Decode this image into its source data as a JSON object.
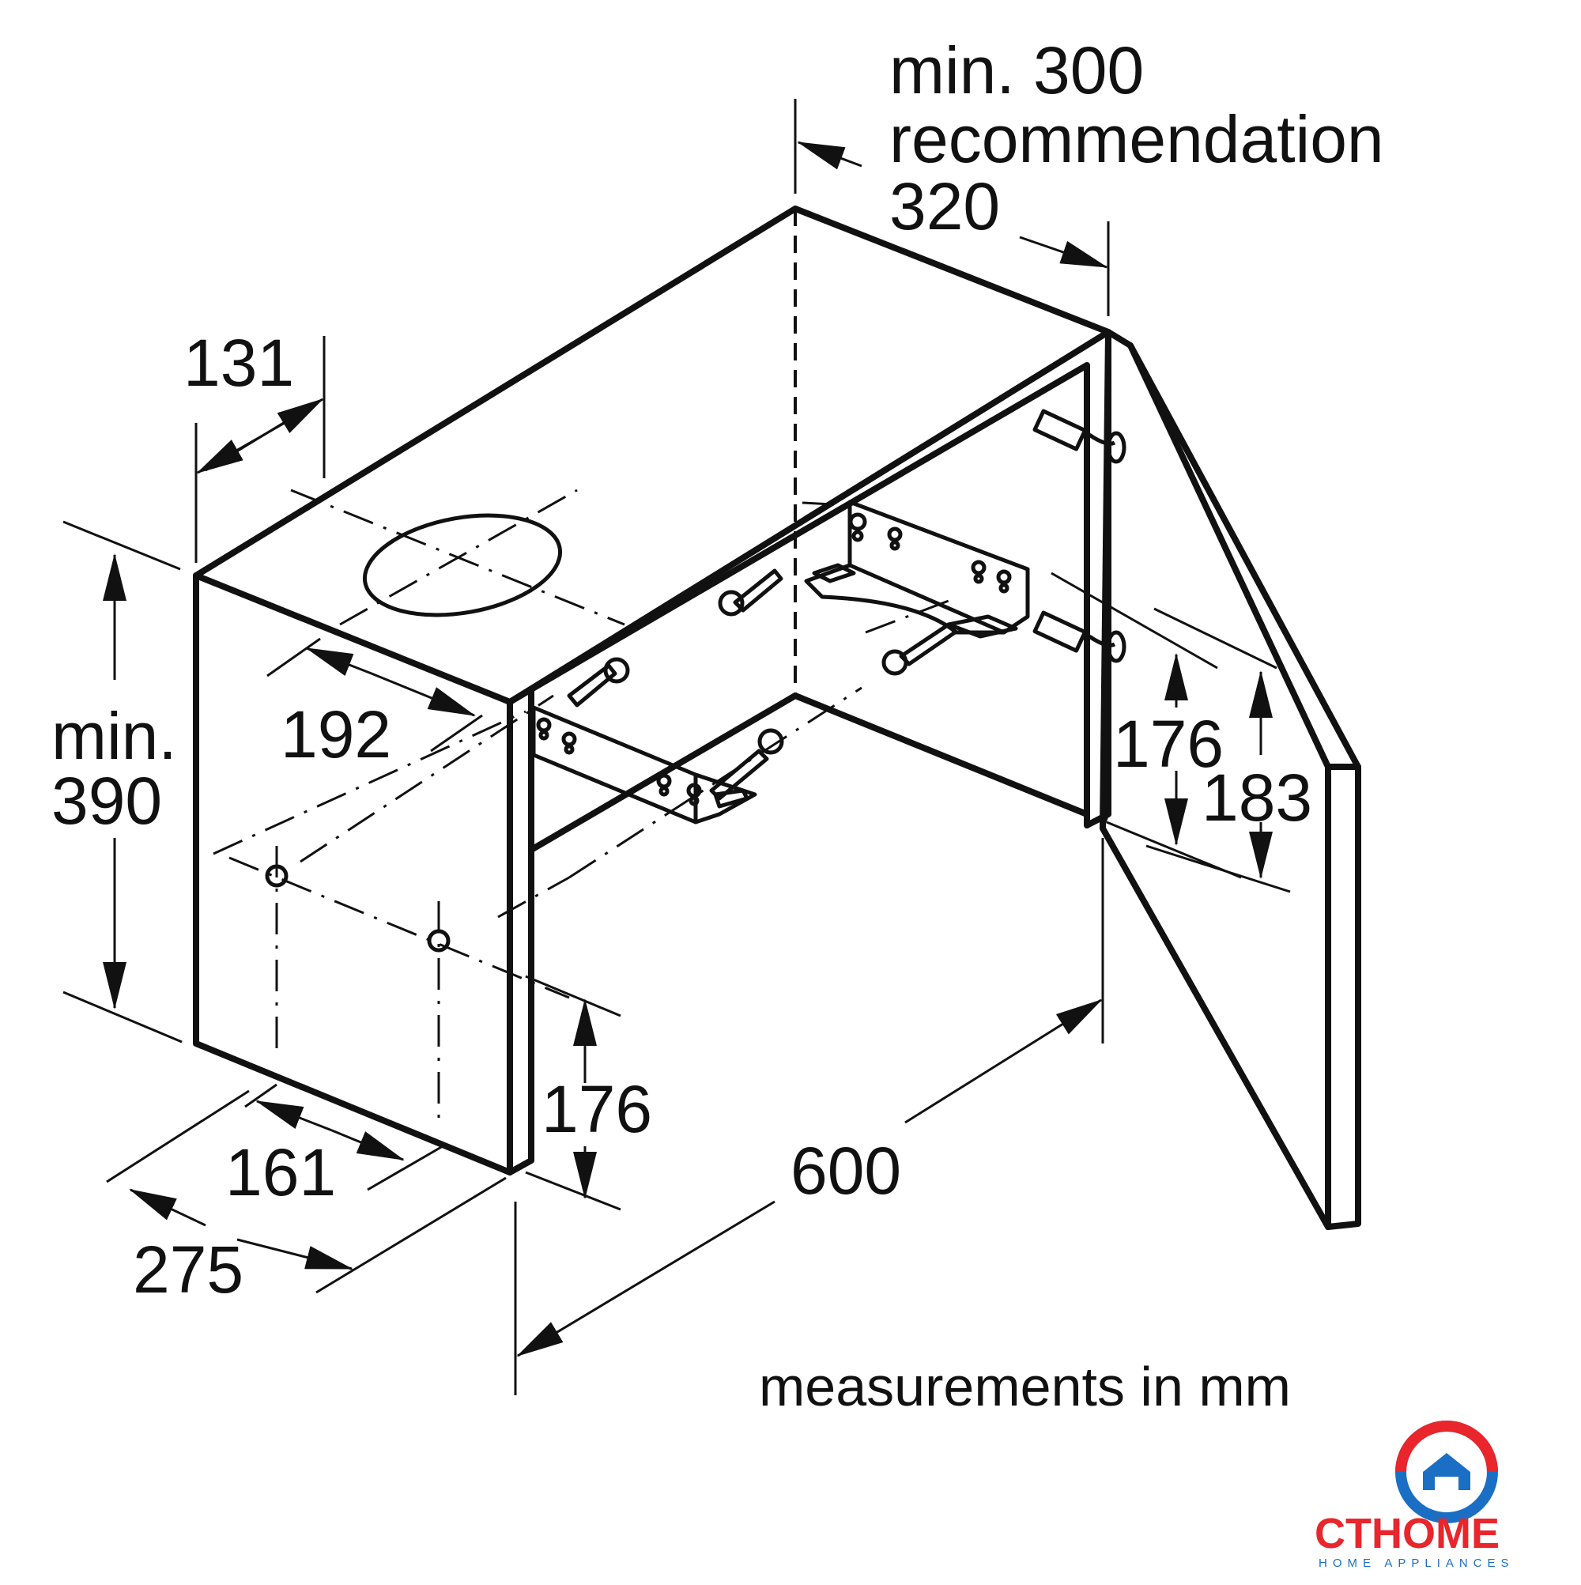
{
  "dimensions": {
    "depth_top_line1": "min. 300",
    "depth_top_line2": "recommendation",
    "depth_top_line3": "320",
    "duct_offset_side": "131",
    "duct_offset_front": "192",
    "height_line1": "min.",
    "height_line2": "390",
    "hole_spacing_front": "161",
    "total_depth": "275",
    "hole_height_left": "176",
    "width": "600",
    "bracket_height": "176",
    "door_height": "183"
  },
  "note": "measurements in mm",
  "logo": {
    "name": "CTHOME",
    "tagline": "HOME APPLIANCES",
    "colors": {
      "primary": "#e8262b",
      "secondary": "#1a6fc4"
    }
  }
}
